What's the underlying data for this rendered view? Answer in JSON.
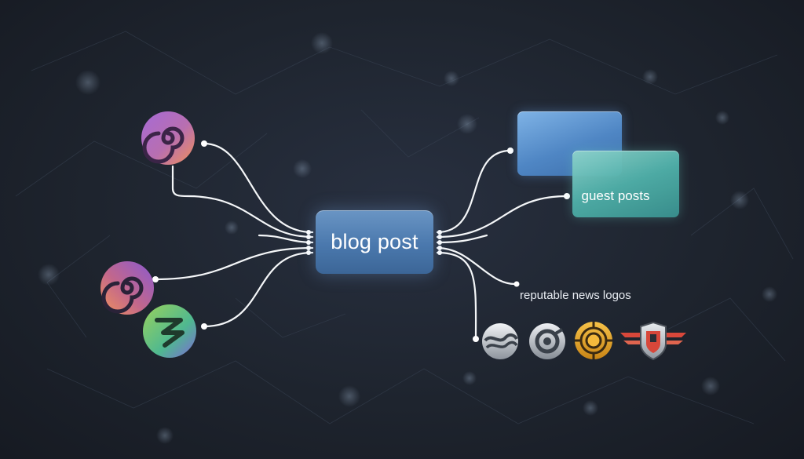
{
  "diagram": {
    "center_node": {
      "label": "blog post"
    },
    "right_cards": {
      "label": "guest posts"
    },
    "news_section": {
      "label": "reputable news logos"
    },
    "left_icons": [
      "swirl-icon",
      "swirl-icon",
      "zigzag-icon"
    ],
    "news_logos": [
      "wave-logo-icon",
      "ring-logo-icon",
      "target-logo-icon",
      "winged-shield-logo-icon"
    ],
    "colors": {
      "background": "#1c222c",
      "center_box": "#4a78ad",
      "card_blue": "#5a8fca",
      "card_teal": "#4fb0a9",
      "wire": "#ffffff",
      "gold": "#e3a52b",
      "red": "#d8473a"
    }
  }
}
